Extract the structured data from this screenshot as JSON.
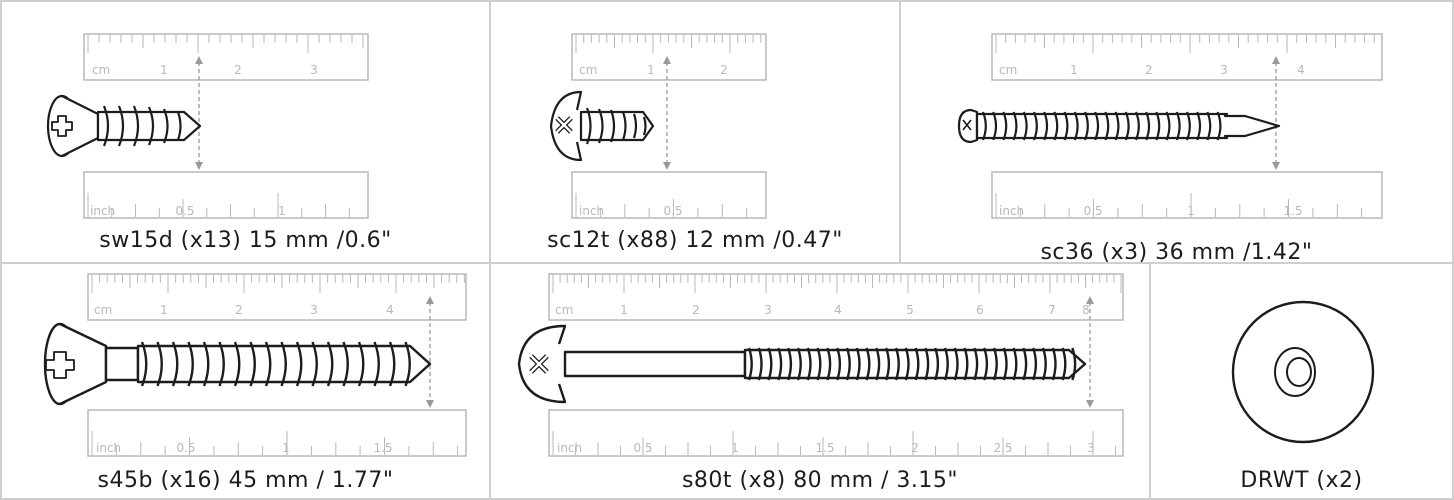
{
  "rulers": {
    "cm_unit": "cm",
    "inch_unit": "inch",
    "cm_numbers": [
      "1",
      "2",
      "3",
      "4",
      "5",
      "6",
      "7",
      "8"
    ],
    "inch_numbers": [
      "0.5",
      "1",
      "1.5",
      "2",
      "2.5",
      "3"
    ]
  },
  "parts": [
    {
      "code": "sw15d",
      "qty": 13,
      "length_mm": 15,
      "caption": "sw15d (x13) 15 mm /0.6\""
    },
    {
      "code": "sc12t",
      "qty": 88,
      "length_mm": 12,
      "caption": "sc12t (x88) 12 mm /0.47\""
    },
    {
      "code": "sc36",
      "qty": 3,
      "length_mm": 36,
      "caption": "sc36 (x3) 36 mm /1.42\""
    },
    {
      "code": "s45b",
      "qty": 16,
      "length_mm": 45,
      "caption": "s45b (x16) 45 mm / 1.77\""
    },
    {
      "code": "s80t",
      "qty": 8,
      "length_mm": 80,
      "caption": "s80t (x8) 80 mm / 3.15\""
    },
    {
      "code": "DRWT",
      "qty": 2,
      "caption": "DRWT (x2)"
    }
  ],
  "colors": {
    "border": "#cfcfcf",
    "ruler": "#b9b9b9",
    "ink": "#1c1c1c",
    "guide": "#9a9a9a"
  }
}
